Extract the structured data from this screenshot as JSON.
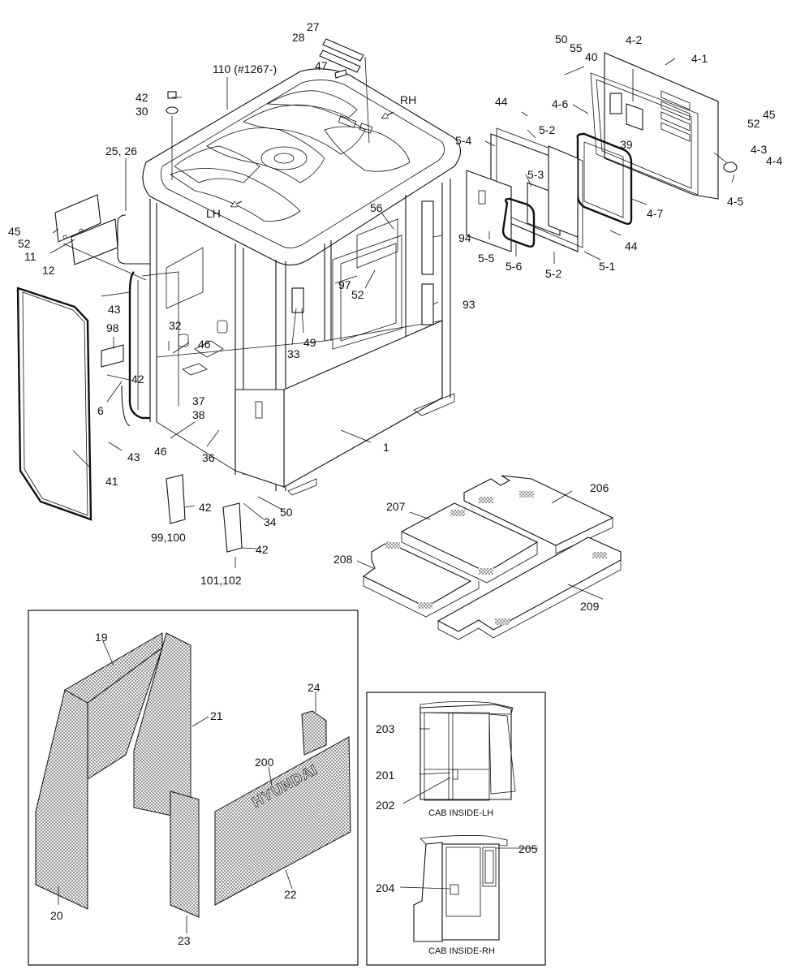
{
  "callouts": {
    "p50": "50",
    "p55": "55",
    "p40": "40",
    "p4_2": "4-2",
    "p4_1": "4-1",
    "p27": "27",
    "p28": "28",
    "p47": "47",
    "p110": "110 (#1267-)",
    "p42a": "42",
    "p30": "30",
    "pRH": "RH",
    "p44a": "44",
    "p4_6": "4-6",
    "p45a": "45",
    "p52a": "52",
    "p39": "39",
    "p4_3": "4-3",
    "p4_4": "4-4",
    "p4_5": "4-5",
    "p5_4": "5-4",
    "p5_2a": "5-2",
    "p5_3": "5-3",
    "p25_26": "25, 26",
    "pLH": "LH",
    "p56": "56",
    "p94": "94",
    "p4_7": "4-7",
    "p44b": "44",
    "p45b": "45",
    "p52b": "52",
    "p11": "11",
    "p12": "12",
    "p5_5": "5-5",
    "p5_6": "5-6",
    "p5_2b": "5-2",
    "p5_1": "5-1",
    "p97": "97",
    "p52c": "52",
    "p43a": "43",
    "p93": "93",
    "p98": "98",
    "p32": "32",
    "p46a": "46",
    "p33": "33",
    "p49": "49",
    "p42b": "42",
    "p6": "6",
    "p37": "37",
    "p38": "38",
    "p1": "1",
    "p46b": "46",
    "p36": "36",
    "p43b": "43",
    "p41": "41",
    "p42c": "42",
    "p34": "34",
    "p50b": "50",
    "p206": "206",
    "p207": "207",
    "p99_100": "99,100",
    "p42d": "42",
    "p208": "208",
    "p101_102": "101,102",
    "p209": "209",
    "p19": "19",
    "p24": "24",
    "p21": "21",
    "p200": "200",
    "p20": "20",
    "p22": "22",
    "p23": "23",
    "p203": "203",
    "p201": "201",
    "p202": "202",
    "p205": "205",
    "p204": "204"
  },
  "captions": {
    "cab_inside_lh": "CAB INSIDE-LH",
    "cab_inside_rh": "CAB INSIDE-RH"
  },
  "brand_logo_text": "HYUNDAI"
}
